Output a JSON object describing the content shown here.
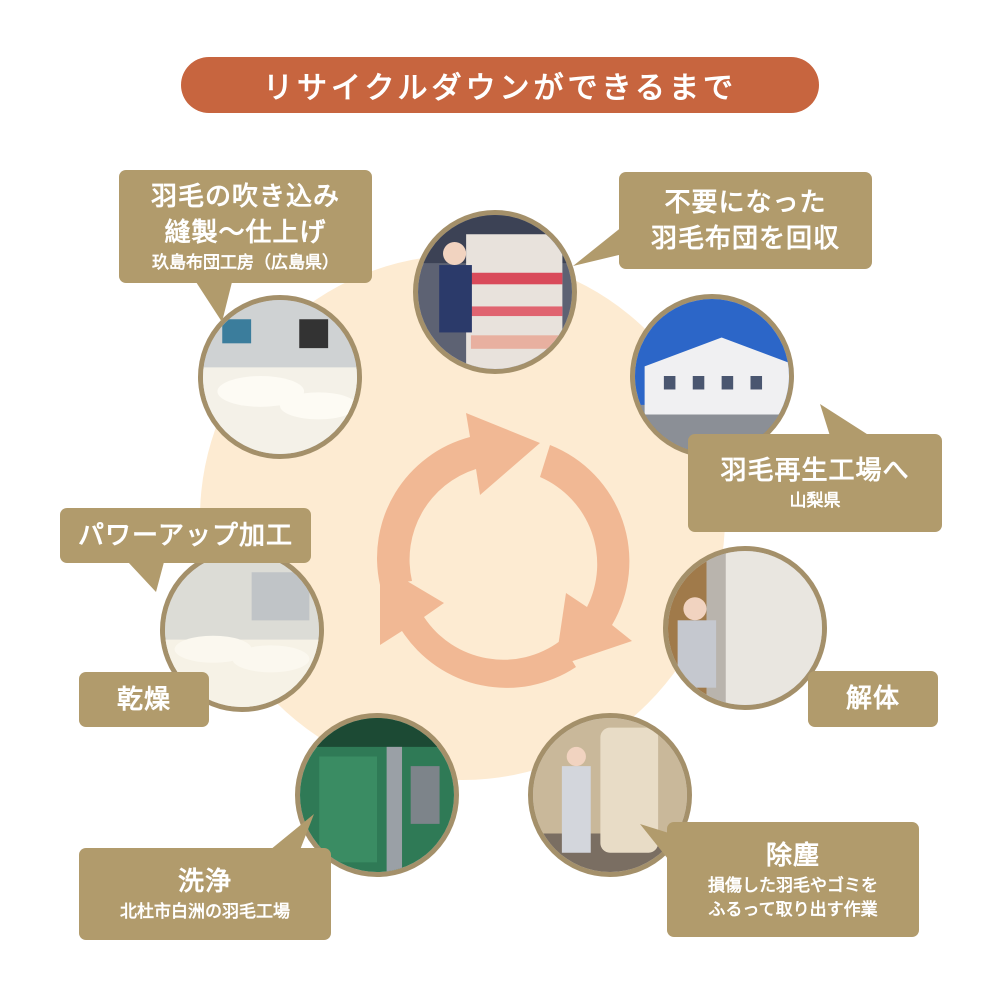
{
  "title": "リサイクルダウンができるまで",
  "colors": {
    "title_bg": "#c7653f",
    "label_bg": "#b19b6c",
    "circle_bg": "#fdebd2",
    "arrow": "#f1b894",
    "photo_border": "#a4906a"
  },
  "steps": [
    {
      "main": "不要になった",
      "main2": "羽毛布団を回収",
      "sub": ""
    },
    {
      "main": "羽毛再生工場へ",
      "main2": "",
      "sub": "山梨県"
    },
    {
      "main": "解体",
      "main2": "",
      "sub": ""
    },
    {
      "main": "除塵",
      "main2": "",
      "sub": "損傷した羽毛やゴミを",
      "sub2": "ふるって取り出す作業"
    },
    {
      "main": "洗浄",
      "main2": "",
      "sub": "北杜市白洲の羽毛工場"
    },
    {
      "main": "乾燥",
      "main2": "",
      "sub": ""
    },
    {
      "main": "パワーアップ加工",
      "main2": "",
      "sub": ""
    },
    {
      "main": "羽毛の吹き込み",
      "main2": "縫製～仕上げ",
      "sub": "玖島布団工房（広島県）"
    }
  ],
  "icons": [
    "cycle-arrows-icon"
  ]
}
